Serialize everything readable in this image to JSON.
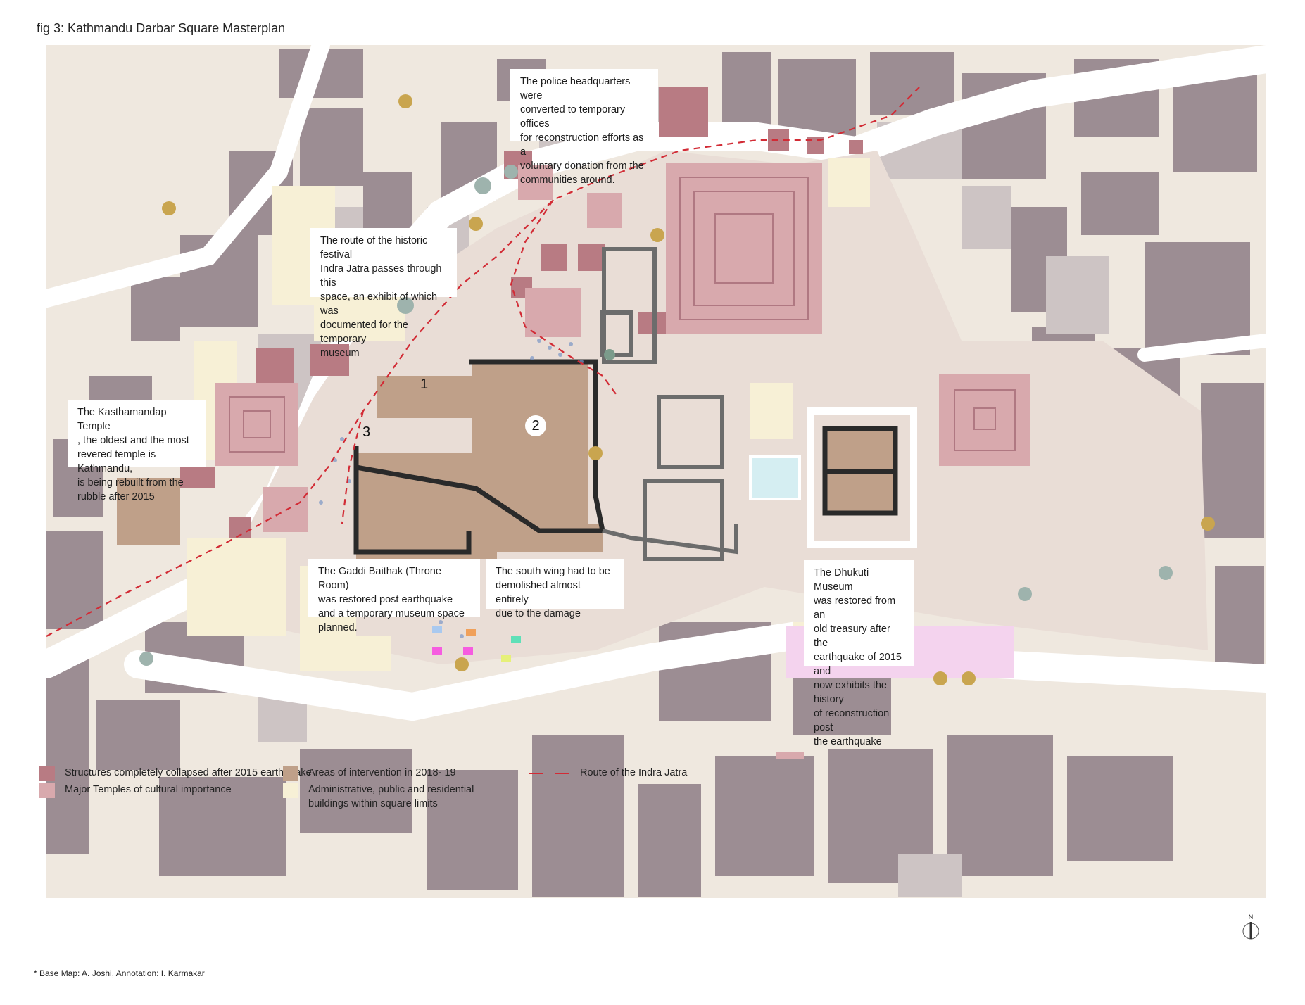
{
  "figure": {
    "title": "fig 3: Kathmandu Darbar Square Masterplan"
  },
  "callouts": {
    "police": "The police headquarters were\nconverted to temporary offices\nfor reconstruction efforts as a\nvoluntary donation from the\ncommunities around.",
    "indra": "The route of the historic festival\nIndra Jatra passes through this\nspace, an exhibit of which was\ndocumented for the temporary\nmuseum",
    "kasthamandap": "The Kasthamandap Temple\n, the oldest and the most\nrevered temple is Kathmandu,\nis being rebuilt from the\nrubble after 2015",
    "gaddi": "The Gaddi Baithak (Throne Room)\nwas restored post earthquake\nand a temporary museum space\nplanned.",
    "south_wing": "The south wing had to be\ndemolished almost entirely\ndue to the damage",
    "dhukuti": "The Dhukuti Museum\nwas restored from an\nold treasury after the\nearthquake of 2015 and\nnow exhibits the history\nof reconstruction post\nthe earthquake"
  },
  "markers": {
    "one": "1",
    "two": "2",
    "three": "3"
  },
  "legend": {
    "collapsed": "Structures completely collapsed after 2015 earthquake",
    "major_temples": "Major Temples of cultural importance",
    "intervention": "Areas of intervention in 2018- 19",
    "admin": "Administrative, public and residential\nbuildings within square limits",
    "route": "Route of the Indra Jatra"
  },
  "north_label": "N",
  "credit": "* Base Map: A. Joshi, Annotation: I. Karmakar",
  "colors": {
    "collapsed": "#b87b83",
    "major_temples": "#d8a9ad",
    "intervention": "#bfa089",
    "admin": "#f7f0d6",
    "route": "#d22b35",
    "building": "#9c8d93",
    "ground": "#efe8df",
    "street": "#ffffff"
  }
}
